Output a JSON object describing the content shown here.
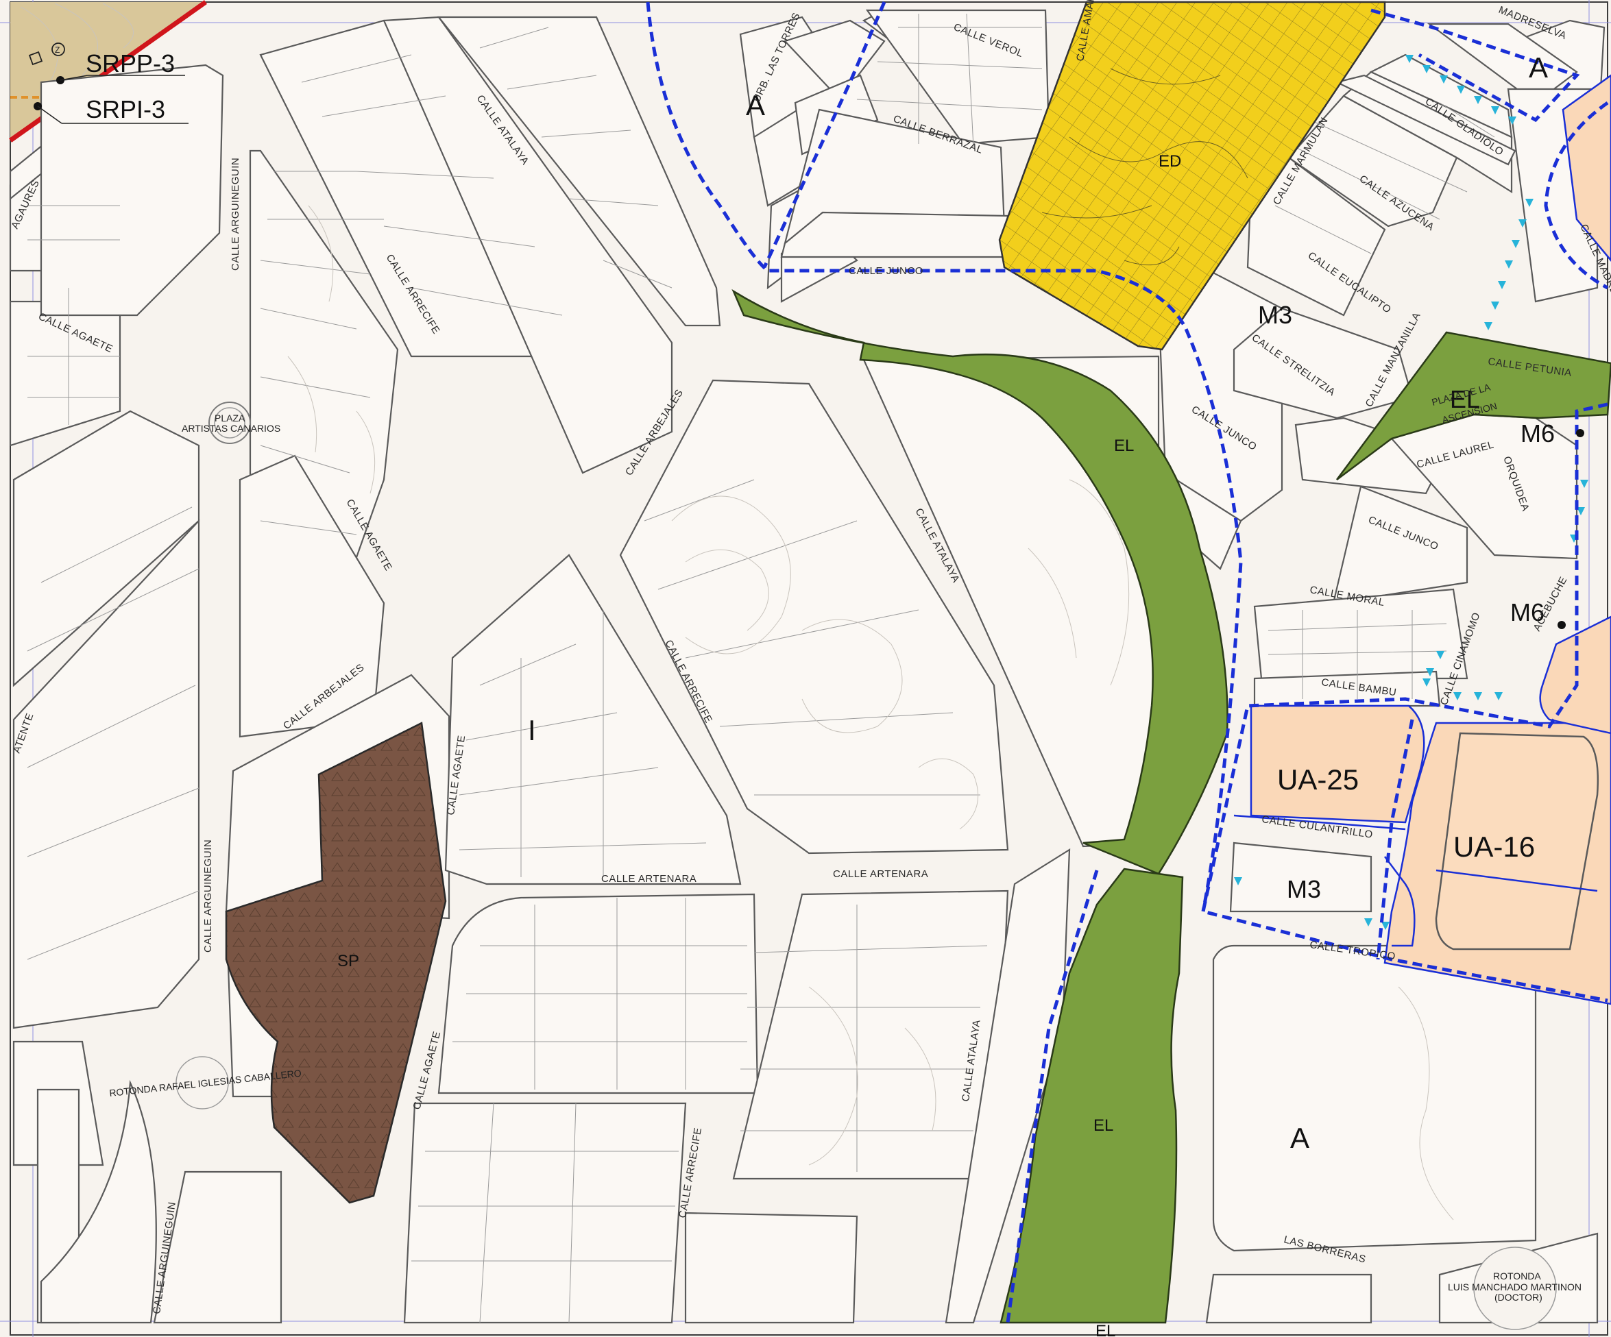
{
  "legend": {
    "items": [
      {
        "code": "SRPP-3"
      },
      {
        "code": "SRPI-3"
      }
    ],
    "marker_symbol": "Z"
  },
  "colors": {
    "background": "#f7f3ee",
    "block_fill": "#fbf8f4",
    "green_space": "#7ba03f",
    "yellow_zone": "#f2cf1c",
    "brown_zone": "#7a5544",
    "orange_zone": "#fad8b8",
    "blue_boundary": "#1a2fd6",
    "red_boundary": "#d0151b",
    "cyan_marks": "#27b3d9"
  },
  "zones": {
    "ed": "ED",
    "el_1": "EL",
    "el_2": "EL",
    "el_3": "EL",
    "el_4": "EL",
    "sp": "SP",
    "i": "I",
    "a_1": "A",
    "a_2": "A",
    "a_3": "A",
    "m3_1": "M3",
    "m3_2": "M3",
    "m6_1": "M6",
    "m6_2": "M6",
    "ua25": "UA-25",
    "ua16": "UA-16"
  },
  "plazas": {
    "artistas_1": "PLAZA",
    "artistas_2": "ARTISTAS CANARIOS",
    "ascension_1": "PLAZA DE LA",
    "ascension_2": "ASCENSION",
    "rotonda_rafael": "ROTONDA RAFAEL IGLESIAS CABALLERO",
    "rotonda_luis_1": "ROTONDA",
    "rotonda_luis_2": "LUIS MANCHADO MARTINON",
    "rotonda_luis_3": "(DOCTOR)"
  },
  "streets": {
    "atalaya_1": "CALLE ATALAYA",
    "atalaya_2": "CALLE ATALAYA",
    "atalaya_3": "CALLE ATALAYA",
    "arrecife_1": "CALLE ARRECIFE",
    "arrecife_2": "CALLE ARRECIFE",
    "arrecife_3": "CALLE ARRECIFE",
    "arguineguin_1": "CALLE ARGUINEGUIN",
    "arguineguin_2": "CALLE ARGUINEGUIN",
    "arguineguin_3": "CALLE ARGUINEGUIN",
    "agaete_1": "CALLE AGAETE",
    "agaete_2": "CALLE AGAETE",
    "agaete_3": "CALLE AGAETE",
    "agaete_4": "CALLE AGAETE",
    "arbejales_1": "CALLE ARBEJALES",
    "arbejales_2": "CALLE ARBEJALES",
    "artenara_1": "CALLE ARTENARA",
    "artenara_2": "CALLE ARTENARA",
    "agaures": "AGAURES",
    "atente": "ATENTE",
    "urb_torres": "URB. LAS TORRES",
    "verol": "CALLE VEROL",
    "berrazal": "CALLE BERRAZAL",
    "junco_1": "CALLE JUNCO",
    "junco_2": "CALLE JUNCO",
    "junco_3": "CALLE JUNCO",
    "amapola": "CALLE AMAPOLA",
    "madreselva_1": "MADRESELVA",
    "madreselva_2": "CALLE MADRESELVA",
    "gladiolo": "CALLE GLADIOLO",
    "azucena": "CALLE AZUCENA",
    "eucalipto": "CALLE EUCALIPTO",
    "strelitzia": "CALLE STRELITZIA",
    "marmulan": "CALLE MARMULAN",
    "manzanilla": "CALLE MANZANILLA",
    "petunia": "CALLE PETUNIA",
    "laurel": "CALLE LAUREL",
    "orquidea": "ORQUIDEA",
    "moral": "CALLE MORAL",
    "bambu": "CALLE BAMBU",
    "cinamomo": "CALLE CINAMOMO",
    "culantrillo": "CALLE CULANTRILLO",
    "tropico": "CALLE TROPICO",
    "borreras": "LAS BORRERAS",
    "acebuche": "ACEBUCHE"
  }
}
